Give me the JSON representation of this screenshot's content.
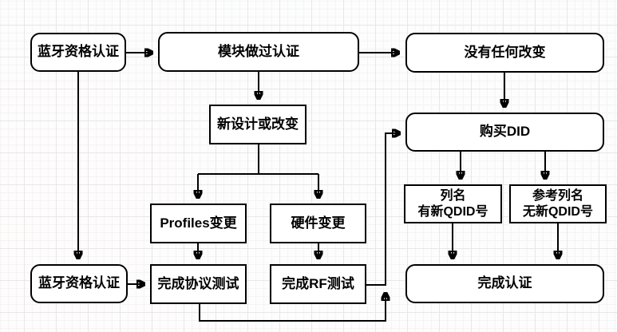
{
  "diagram": {
    "kind": "flowchart",
    "language": "zh-CN",
    "colors": {
      "node_stroke": "#000000",
      "node_fill": "#ffffff",
      "edge_stroke": "#000000",
      "canvas_bg": "#fdfdfd",
      "grid_minor": "#f6f3f3",
      "grid_major": "#e9e6e6"
    },
    "nodes": {
      "bt_qual_top": {
        "label": "蓝牙资格认证",
        "shape": "rounded"
      },
      "module_certified": {
        "label": "模块做过认证",
        "shape": "rounded"
      },
      "no_change": {
        "label": "没有任何改变",
        "shape": "rounded"
      },
      "new_design_or_change": {
        "label": "新设计或改变",
        "shape": "rect"
      },
      "buy_did": {
        "label": "购买DID",
        "shape": "rounded"
      },
      "profiles_change": {
        "label": "Profiles变更",
        "shape": "rect"
      },
      "hardware_change": {
        "label": "硬件变更",
        "shape": "rect"
      },
      "bt_qual_bottom": {
        "label": "蓝牙资格认证",
        "shape": "rounded"
      },
      "protocol_test_done": {
        "label": "完成协议测试",
        "shape": "rect"
      },
      "rf_test_done": {
        "label": "完成RF测试",
        "shape": "rect"
      },
      "listed_new_qdid": {
        "line1": "列名",
        "line2": "有新QDID号",
        "shape": "rect"
      },
      "ref_listed_no_new_qdid": {
        "line1": "参考列名",
        "line2": "无新QDID号",
        "shape": "rect"
      },
      "cert_complete": {
        "label": "完成认证",
        "shape": "rounded"
      }
    },
    "edges": [
      {
        "from": "bt_qual_top",
        "to": "module_certified"
      },
      {
        "from": "module_certified",
        "to": "no_change"
      },
      {
        "from": "module_certified",
        "to": "new_design_or_change"
      },
      {
        "from": "no_change",
        "to": "buy_did"
      },
      {
        "from": "new_design_or_change",
        "to": "profiles_change"
      },
      {
        "from": "new_design_or_change",
        "to": "hardware_change"
      },
      {
        "from": "profiles_change",
        "to": "protocol_test_done"
      },
      {
        "from": "hardware_change",
        "to": "rf_test_done"
      },
      {
        "from": "bt_qual_top",
        "to": "bt_qual_bottom"
      },
      {
        "from": "bt_qual_bottom",
        "to": "protocol_test_done"
      },
      {
        "from": "protocol_test_done",
        "to": "buy_did"
      },
      {
        "from": "rf_test_done",
        "to": "buy_did"
      },
      {
        "from": "buy_did",
        "to": "listed_new_qdid"
      },
      {
        "from": "buy_did",
        "to": "ref_listed_no_new_qdid"
      },
      {
        "from": "listed_new_qdid",
        "to": "cert_complete"
      },
      {
        "from": "ref_listed_no_new_qdid",
        "to": "cert_complete"
      }
    ]
  }
}
